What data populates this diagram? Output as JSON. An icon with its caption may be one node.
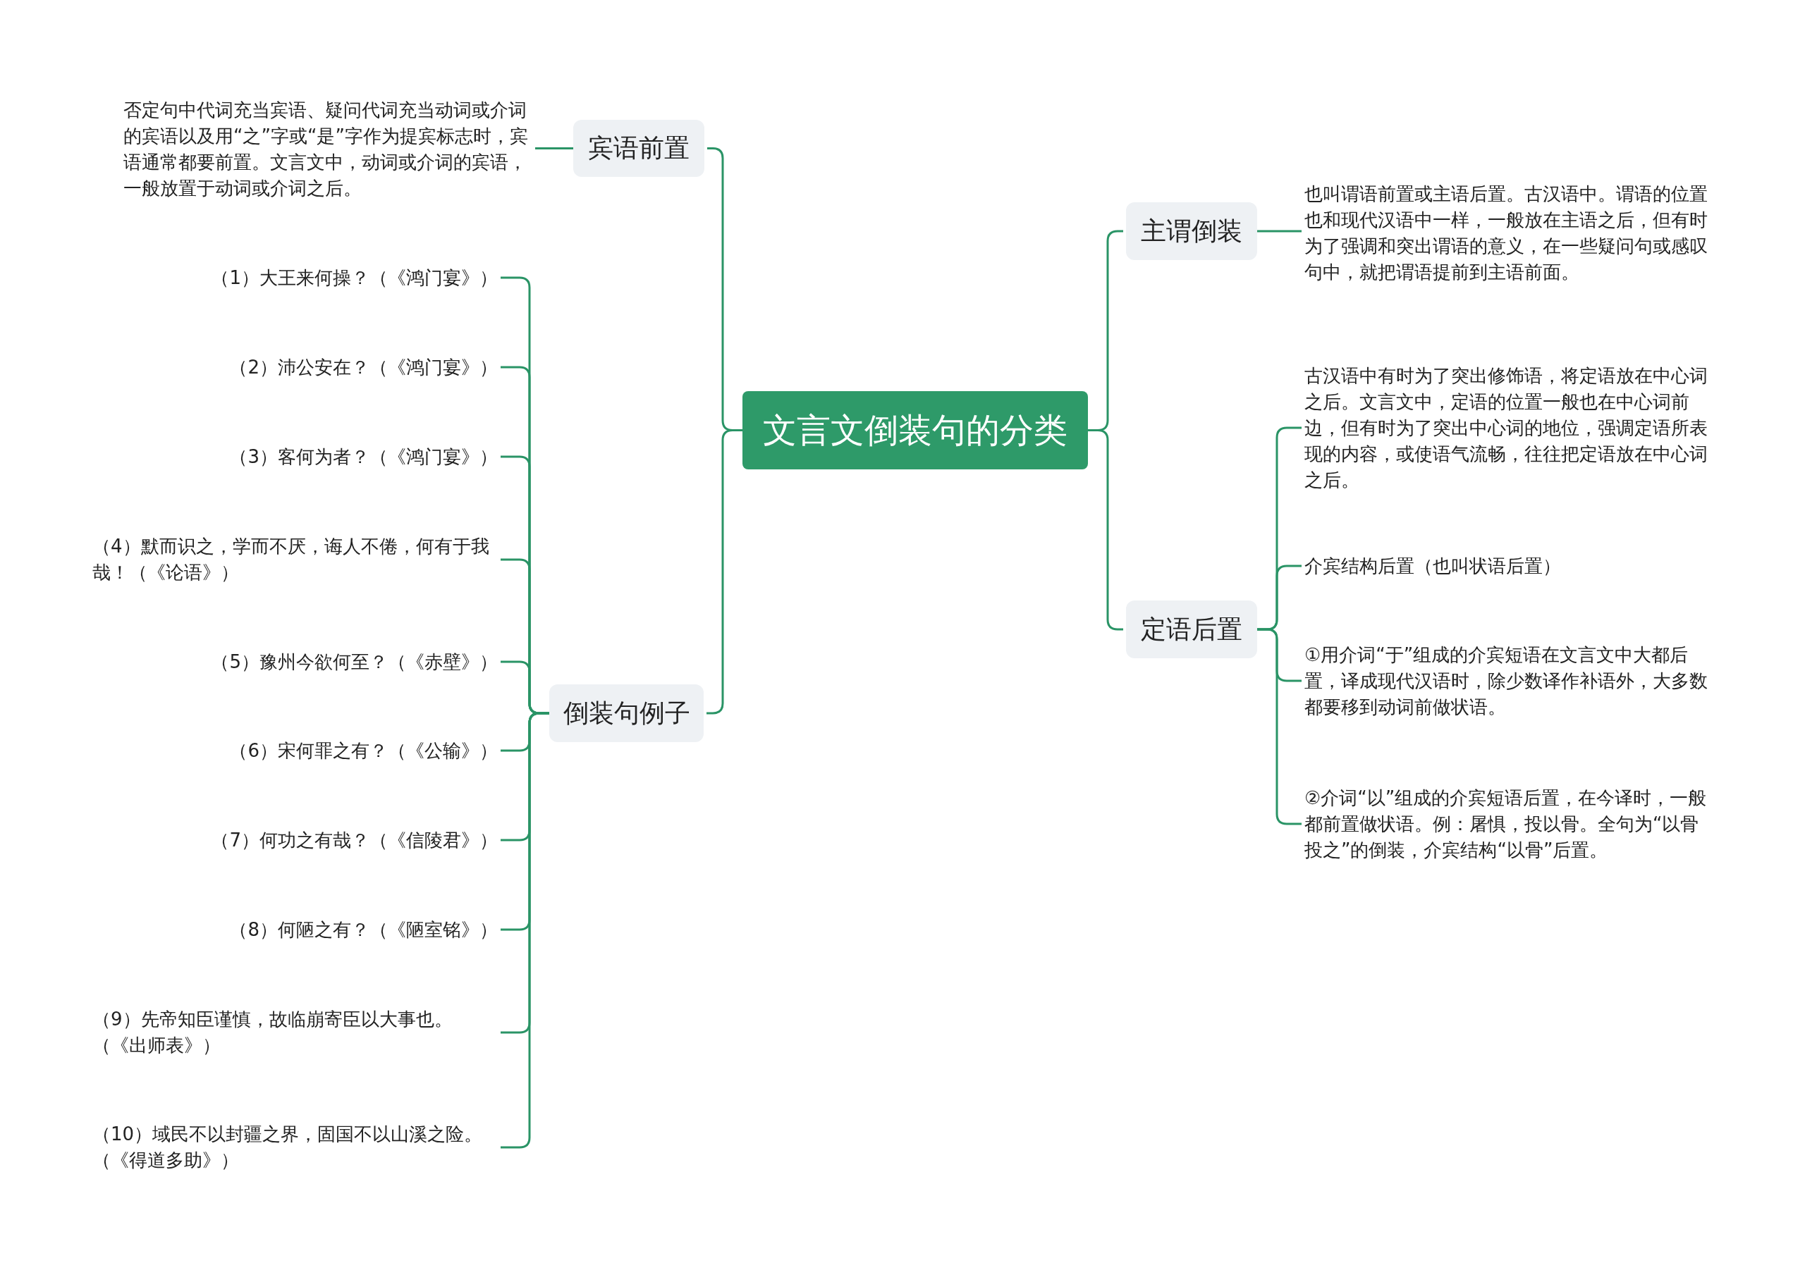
{
  "diagram": {
    "nodes": [
      {
        "text": [
          "文言文倒装句的分类"
        ]
      },
      {
        "text": [
          "宾语前置"
        ]
      },
      {
        "text": [
          "否定句中代词充当宾语、疑问代词充当动词或介词的宾语以及用“之”字或“是”字作为提宾标志时，宾语通常都要前置。文言文中，动词或介词的宾语，一般放置于动词或介词之后。"
        ]
      },
      {
        "text": [
          "倒装句例子"
        ]
      },
      {
        "text": [
          "（1）大王来何操？（《鸿门宴》）"
        ]
      },
      {
        "text": [
          "（2）沛公安在？（《鸿门宴》）"
        ]
      },
      {
        "text": [
          "（3）客何为者？（《鸿门宴》）"
        ]
      },
      {
        "text": [
          "（4）默而识之，学而不厌，诲人不倦，何有于我哉！（《论语》）"
        ]
      },
      {
        "text": [
          "（5）豫州今欲何至？（《赤壁》）"
        ]
      },
      {
        "text": [
          "（6）宋何罪之有？（《公输》）"
        ]
      },
      {
        "text": [
          "（7）何功之有哉？（《信陵君》）"
        ]
      },
      {
        "text": [
          "（8）何陋之有？（《陋室铭》）"
        ]
      },
      {
        "text": [
          "（9）先帝知臣谨慎，故临崩寄臣以大事也。（《出师表》）"
        ]
      },
      {
        "text": [
          "（10）域民不以封疆之界，固国不以山溪之险。（《得道多助》）"
        ]
      },
      {
        "text": [
          "主谓倒装"
        ]
      },
      {
        "text": [
          "也叫谓语前置或主语后置。古汉语中。谓语的位置也和现代汉语中一样，一般放在主语之后，但有时为了强调和突出谓语的意义，在一些疑问句或感叹句中，就把谓语提前到主语前面。"
        ]
      },
      {
        "text": [
          "定语后置"
        ]
      },
      {
        "text": [
          "古汉语中有时为了突出修饰语，将定语放在中心词之后。文言文中，定语的位置一般也在中心词前边，但有时为了突出中心词的地位，强调定语所表现的内容，或使语气流畅，往往把定语放在中心词之后。"
        ]
      },
      {
        "text": [
          "介宾结构后置（也叫状语后置）"
        ]
      },
      {
        "text": [
          "①用介词“于”组成的介宾短语在文言文中大都后置，译成现代汉语时，除少数译作补语外，大多数都要移到动词前做状语。"
        ]
      },
      {
        "text": [
          "②介词“以”组成的介宾短语后置，在今译时，一般都前置做状语。例：屠惧，投以骨。全句为“以骨投之”的倒装，介宾结构“以骨”后置。"
        ]
      }
    ],
    "edges": [
      {
        "from": 0,
        "to": 1,
        "arrow": "none"
      },
      {
        "from": 1,
        "to": 2,
        "arrow": "none"
      },
      {
        "from": 0,
        "to": 3,
        "arrow": "none"
      },
      {
        "from": 3,
        "to": 4,
        "arrow": "none"
      },
      {
        "from": 3,
        "to": 5,
        "arrow": "none"
      },
      {
        "from": 3,
        "to": 6,
        "arrow": "none"
      },
      {
        "from": 3,
        "to": 7,
        "arrow": "none"
      },
      {
        "from": 3,
        "to": 8,
        "arrow": "none"
      },
      {
        "from": 3,
        "to": 9,
        "arrow": "none"
      },
      {
        "from": 3,
        "to": 10,
        "arrow": "none"
      },
      {
        "from": 3,
        "to": 11,
        "arrow": "none"
      },
      {
        "from": 3,
        "to": 12,
        "arrow": "none"
      },
      {
        "from": 3,
        "to": 13,
        "arrow": "none"
      },
      {
        "from": 0,
        "to": 14,
        "arrow": "none"
      },
      {
        "from": 14,
        "to": 15,
        "arrow": "none"
      },
      {
        "from": 0,
        "to": 16,
        "arrow": "none"
      },
      {
        "from": 16,
        "to": 17,
        "arrow": "none"
      },
      {
        "from": 16,
        "to": 18,
        "arrow": "none"
      },
      {
        "from": 16,
        "to": 19,
        "arrow": "none"
      },
      {
        "from": 16,
        "to": 20,
        "arrow": "none"
      }
    ]
  }
}
